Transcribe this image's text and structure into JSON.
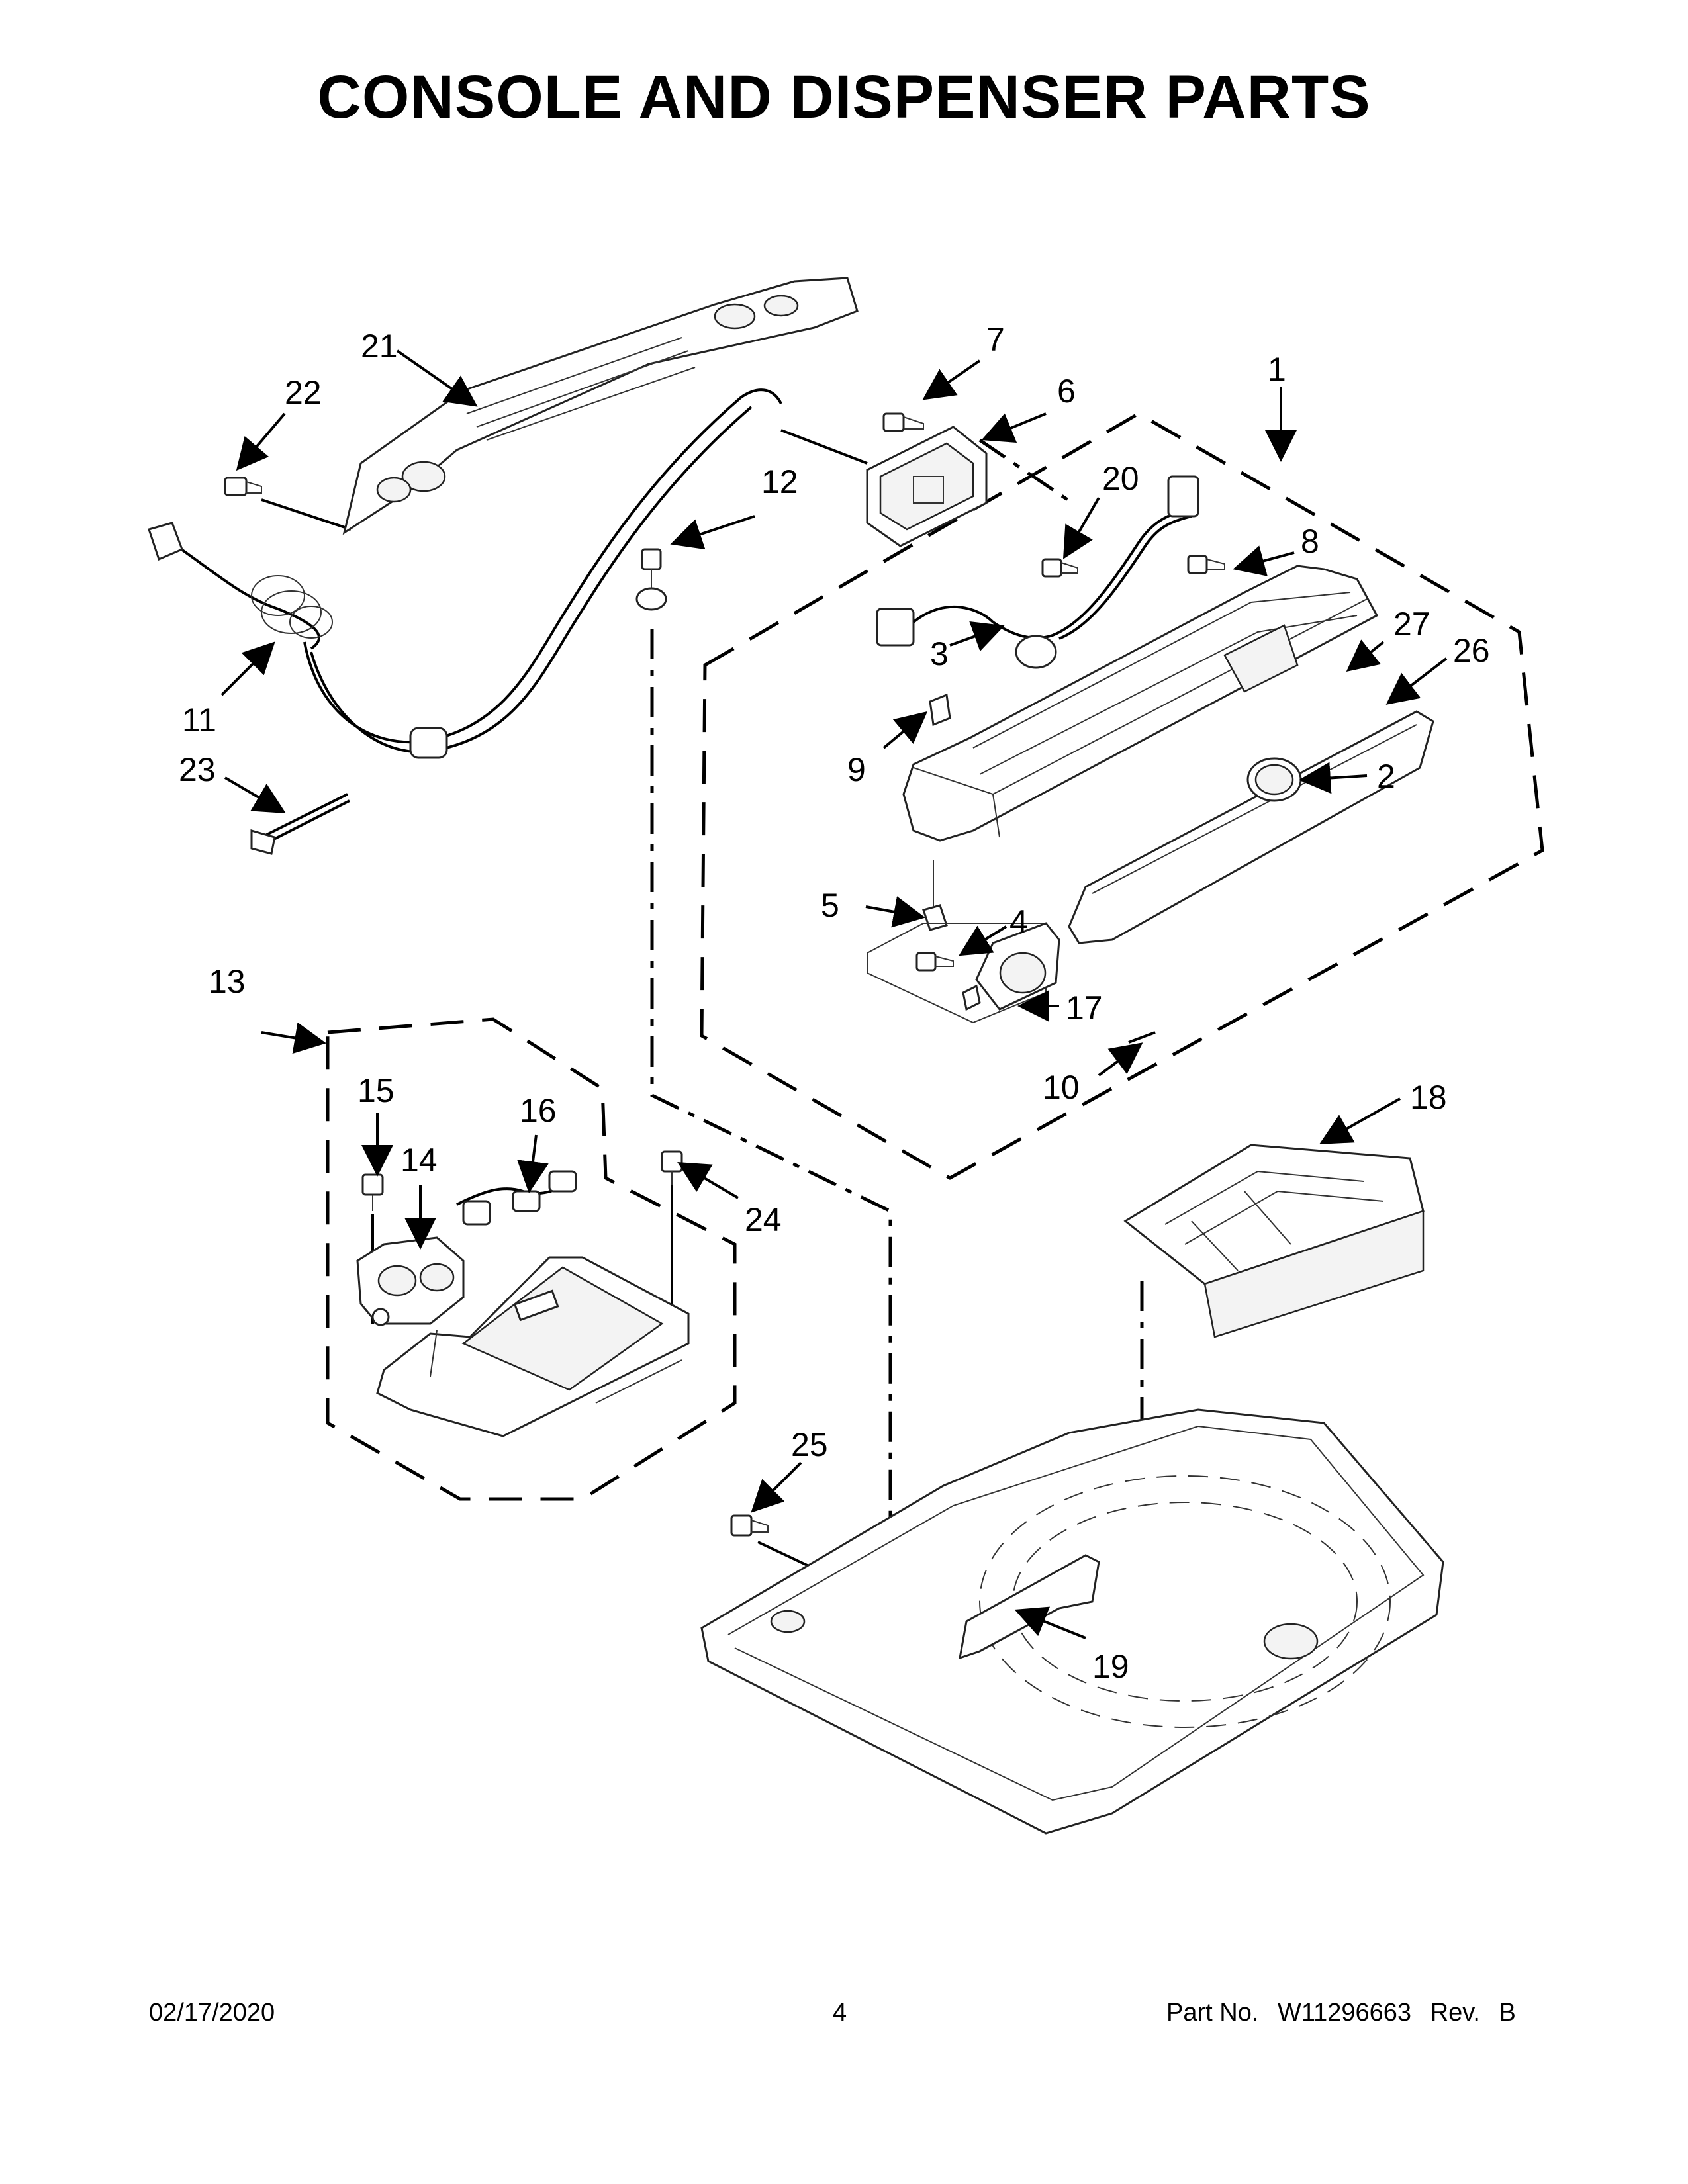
{
  "title": "CONSOLE AND DISPENSER PARTS",
  "callouts": [
    "1",
    "2",
    "3",
    "4",
    "5",
    "6",
    "7",
    "8",
    "9",
    "10",
    "11",
    "12",
    "13",
    "14",
    "15",
    "16",
    "17",
    "18",
    "19",
    "20",
    "21",
    "22",
    "23",
    "24",
    "25",
    "26",
    "27"
  ],
  "footer": {
    "date": "02/17/2020",
    "page": "4",
    "part_label": "Part No.",
    "part_number": "W11296663",
    "rev_label": "Rev.",
    "rev": "B"
  }
}
